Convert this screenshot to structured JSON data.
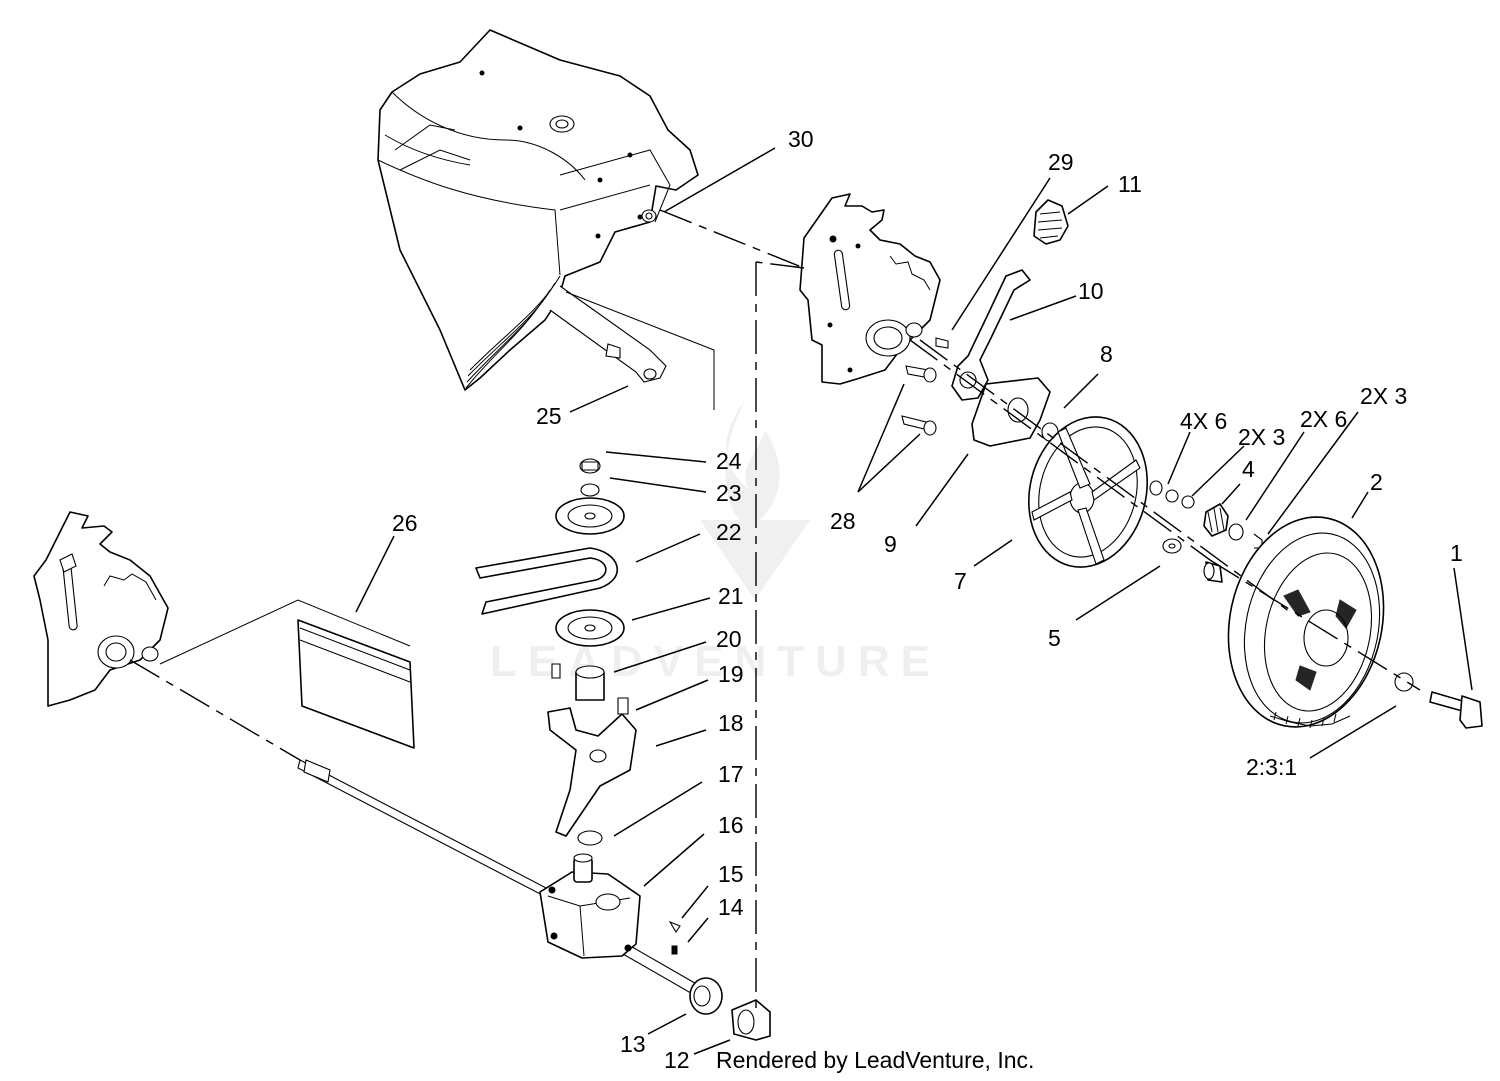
{
  "watermark": "LEADVENTURE",
  "credit": "Rendered by LeadVenture, Inc.",
  "callouts": [
    {
      "id": "30",
      "label": "30"
    },
    {
      "id": "29",
      "label": "29"
    },
    {
      "id": "11",
      "label": "11"
    },
    {
      "id": "10",
      "label": "10"
    },
    {
      "id": "8",
      "label": "8"
    },
    {
      "id": "4x6",
      "label": "4X 6"
    },
    {
      "id": "2x3a",
      "label": "2X 3"
    },
    {
      "id": "2x6",
      "label": "2X 6"
    },
    {
      "id": "2x3b",
      "label": "2X 3"
    },
    {
      "id": "4",
      "label": "4"
    },
    {
      "id": "2",
      "label": "2"
    },
    {
      "id": "1",
      "label": "1"
    },
    {
      "id": "2-3-1",
      "label": "2:3:1"
    },
    {
      "id": "28",
      "label": "28"
    },
    {
      "id": "9",
      "label": "9"
    },
    {
      "id": "7",
      "label": "7"
    },
    {
      "id": "5",
      "label": "5"
    },
    {
      "id": "25",
      "label": "25"
    },
    {
      "id": "24",
      "label": "24"
    },
    {
      "id": "23",
      "label": "23"
    },
    {
      "id": "22",
      "label": "22"
    },
    {
      "id": "21",
      "label": "21"
    },
    {
      "id": "20",
      "label": "20"
    },
    {
      "id": "19",
      "label": "19"
    },
    {
      "id": "18",
      "label": "18"
    },
    {
      "id": "17",
      "label": "17"
    },
    {
      "id": "16",
      "label": "16"
    },
    {
      "id": "15",
      "label": "15"
    },
    {
      "id": "14",
      "label": "14"
    },
    {
      "id": "13",
      "label": "13"
    },
    {
      "id": "12",
      "label": "12"
    },
    {
      "id": "26",
      "label": "26"
    }
  ]
}
